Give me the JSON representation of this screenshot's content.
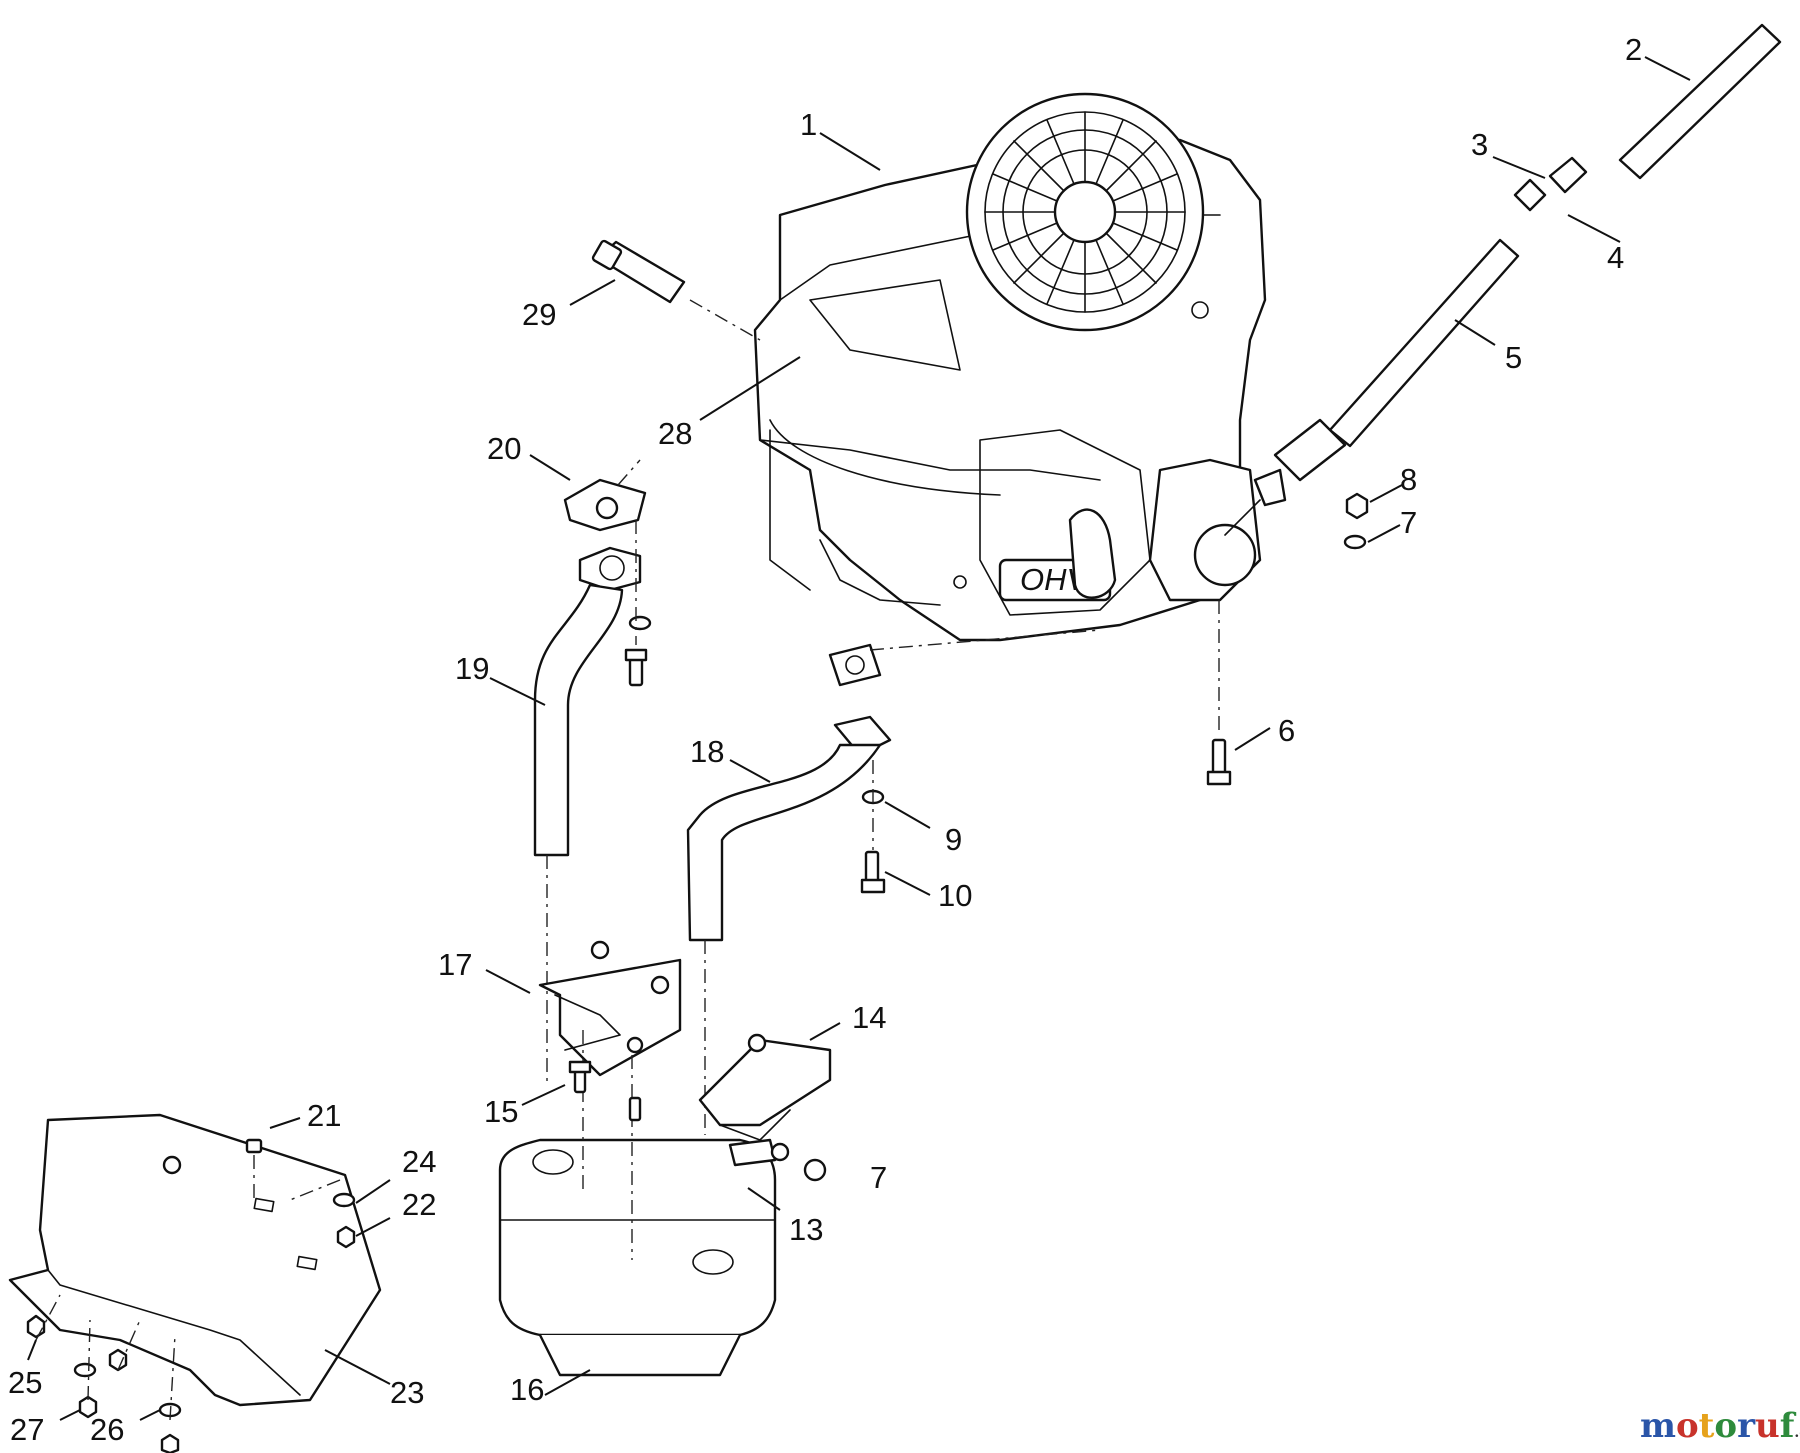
{
  "callouts": [
    "1",
    "2",
    "3",
    "4",
    "5",
    "6",
    "7",
    "7",
    "8",
    "9",
    "10",
    "13",
    "14",
    "15",
    "16",
    "17",
    "18",
    "19",
    "20",
    "21",
    "22",
    "23",
    "24",
    "25",
    "26",
    "27",
    "28",
    "29"
  ],
  "engine_badge": "OHV",
  "watermark": {
    "name": "motoruf",
    "suffix": ".de",
    "colors": [
      "#2a55a8",
      "#c8332b",
      "#e6a21b",
      "#2e8b3c",
      "#2a55a8",
      "#c8332b",
      "#2e8b3c"
    ]
  }
}
